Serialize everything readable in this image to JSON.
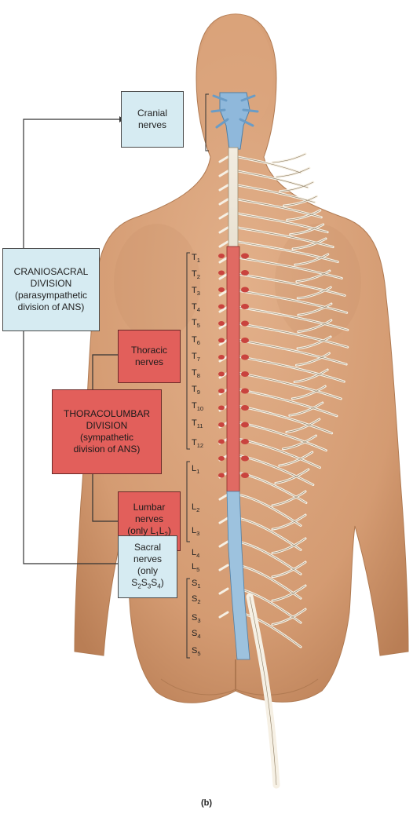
{
  "colors": {
    "skin": "#d8a27b",
    "skin_shadow": "#c48c62",
    "cranial_fill": "#d6ebf2",
    "parasympathetic_spine": "#9dc2de",
    "sympathetic_spine": "#e06a63",
    "nerve": "#f6f0e4",
    "box_red": "#e25f5b"
  },
  "boxes": {
    "cranial": {
      "lines": [
        "Cranial",
        "nerves"
      ]
    },
    "craniosacral": {
      "lines": [
        "CRANIOSACRAL",
        "DIVISION",
        "(parasympathetic",
        "division of ANS)"
      ]
    },
    "thoracic": {
      "lines": [
        "Thoracic",
        "nerves"
      ]
    },
    "thoracolumbar": {
      "lines": [
        "THORACOLUMBAR",
        "DIVISION",
        "(sympathetic",
        "division of ANS)"
      ]
    },
    "lumbar": {
      "lines": [
        "Lumbar",
        "nerves",
        "(only L",
        "1",
        "L",
        "2",
        ")"
      ]
    },
    "sacral": {
      "lines": [
        "Sacral",
        "nerves",
        "(only",
        "S",
        "2",
        "S",
        "3",
        "S",
        "4",
        ")"
      ]
    }
  },
  "segments": [
    {
      "letter": "T",
      "num": "1"
    },
    {
      "letter": "T",
      "num": "2"
    },
    {
      "letter": "T",
      "num": "3"
    },
    {
      "letter": "T",
      "num": "4"
    },
    {
      "letter": "T",
      "num": "5"
    },
    {
      "letter": "T",
      "num": "6"
    },
    {
      "letter": "T",
      "num": "7"
    },
    {
      "letter": "T",
      "num": "8"
    },
    {
      "letter": "T",
      "num": "9"
    },
    {
      "letter": "T",
      "num": "10"
    },
    {
      "letter": "T",
      "num": "11"
    },
    {
      "letter": "T",
      "num": "12"
    },
    {
      "letter": "L",
      "num": "1"
    },
    {
      "letter": "L",
      "num": "2"
    },
    {
      "letter": "L",
      "num": "3"
    },
    {
      "letter": "L",
      "num": "4"
    },
    {
      "letter": "L",
      "num": "5"
    },
    {
      "letter": "S",
      "num": "1"
    },
    {
      "letter": "S",
      "num": "2"
    },
    {
      "letter": "S",
      "num": "3"
    },
    {
      "letter": "S",
      "num": "4"
    },
    {
      "letter": "S",
      "num": "5"
    }
  ],
  "caption": "(b)"
}
